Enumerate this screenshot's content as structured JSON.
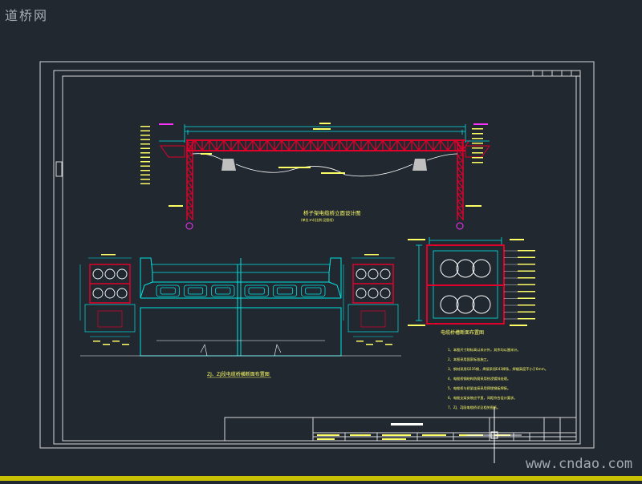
{
  "watermark_top": "道桥网",
  "watermark_bottom": "www.cndao.com",
  "view_titles": {
    "elevation": "桥子架电缆桥立面设计图",
    "elevation_scale": "(单位:m)(比例:见图纸)",
    "cross_section": "ZJ、ZJ段电缆桥横断面布置图",
    "cable_tray": "电缆桥槽断面布置图"
  },
  "notes": [
    "1、本图尺寸除标高以米计外，其余均以厘米计。",
    "2、本图采用国家标准施工。",
    "3、钢材采用Q235钢，焊接采用E43焊条，焊缝高度不小于6mm。",
    "4、电缆桥钢结构防腐采用热浸镀锌处理。",
    "5、电缆桥与桥梁连接采用预埋钢板焊接。",
    "6、电缆支架安装应平直，间距符合设计要求。",
    "7、ZJ、ZJ段电缆桥详见相关图纸。"
  ],
  "colors": {
    "background": "#212830",
    "frame": "#d0d0d0",
    "truss": "#e0002a",
    "dimension": "#00e5e5",
    "text": "#ffff66",
    "label_magenta": "#ff33ff",
    "pipe": "#ffffff"
  }
}
